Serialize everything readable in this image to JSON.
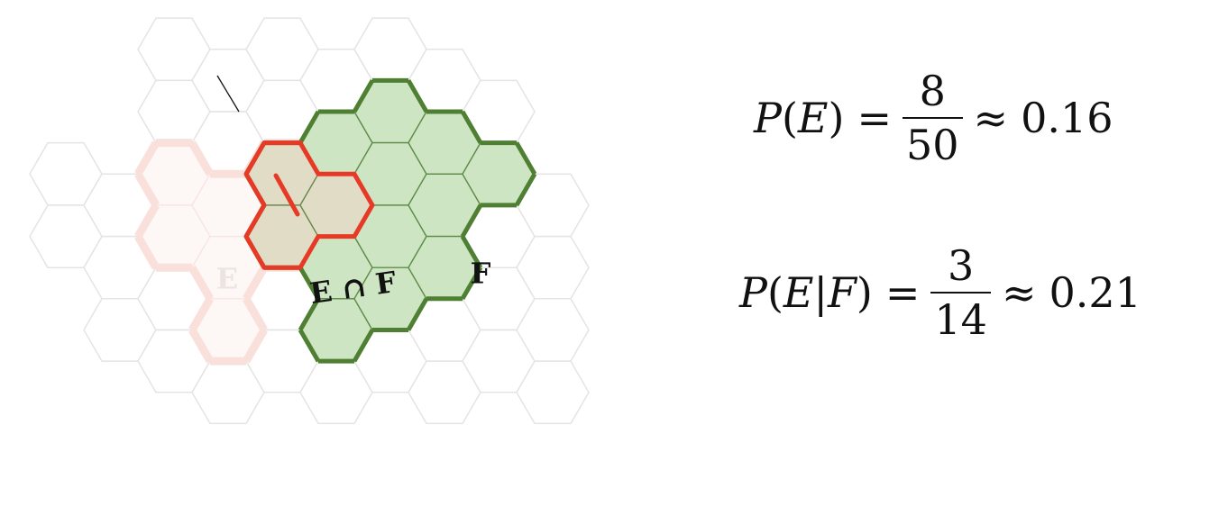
{
  "diagram": {
    "label_e": "E",
    "label_ef": "E ∩ F",
    "label_f": "F",
    "colors": {
      "f_fill": "#cde5c3",
      "f_border": "#4f7f33",
      "ef_fill": "#e0dcc6",
      "ef_border": "#e63a26",
      "e_fill": "#fdf7f5",
      "e_border": "#f9e0db",
      "grid_line": "#e4e4e4"
    }
  },
  "formulas": [
    {
      "lhs_fn": "P",
      "lhs_arg": "E",
      "eq": "=",
      "numerator": "8",
      "denominator": "50",
      "approx": "≈",
      "result": "0.16"
    },
    {
      "lhs_fn": "P",
      "lhs_arg": "E|F",
      "eq": "=",
      "numerator": "3",
      "denominator": "14",
      "approx": "≈",
      "result": "0.21"
    }
  ]
}
